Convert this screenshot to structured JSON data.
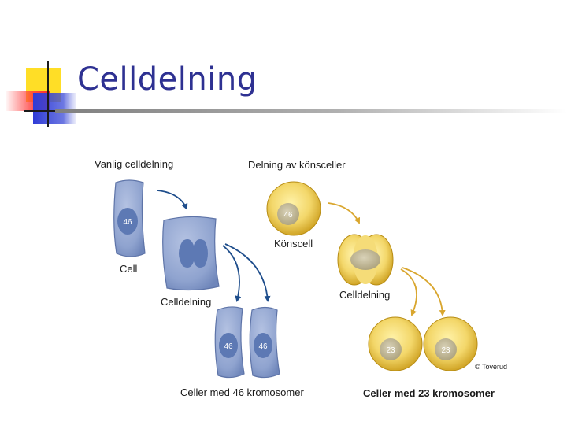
{
  "slide": {
    "title": "Celldelning"
  },
  "colors": {
    "title": "#2e3192",
    "mitosis_cell": "#8fa3cf",
    "mitosis_nucleus": "#5d79b4",
    "mitosis_arrow": "#1f4e8c",
    "meiosis_cell": "#e3bf43",
    "meiosis_nucleus": "#b7ad8b",
    "meiosis_arrow": "#d9a62e"
  },
  "diagram": {
    "mitosis": {
      "heading": "Vanlig celldelning",
      "parent_chromosomes": "46",
      "parent_label": "Cell",
      "dividing_label": "Celldelning",
      "daughter_chromosomes": [
        "46",
        "46"
      ],
      "result_label": "Celler med 46 kromosomer"
    },
    "meiosis": {
      "heading": "Delning av könsceller",
      "parent_chromosomes": "46",
      "parent_label": "Könscell",
      "dividing_label": "Celldelning",
      "daughter_chromosomes": [
        "23",
        "23"
      ],
      "result_label": "Celler med 23 kromosomer"
    },
    "credit": "© Toverud"
  }
}
